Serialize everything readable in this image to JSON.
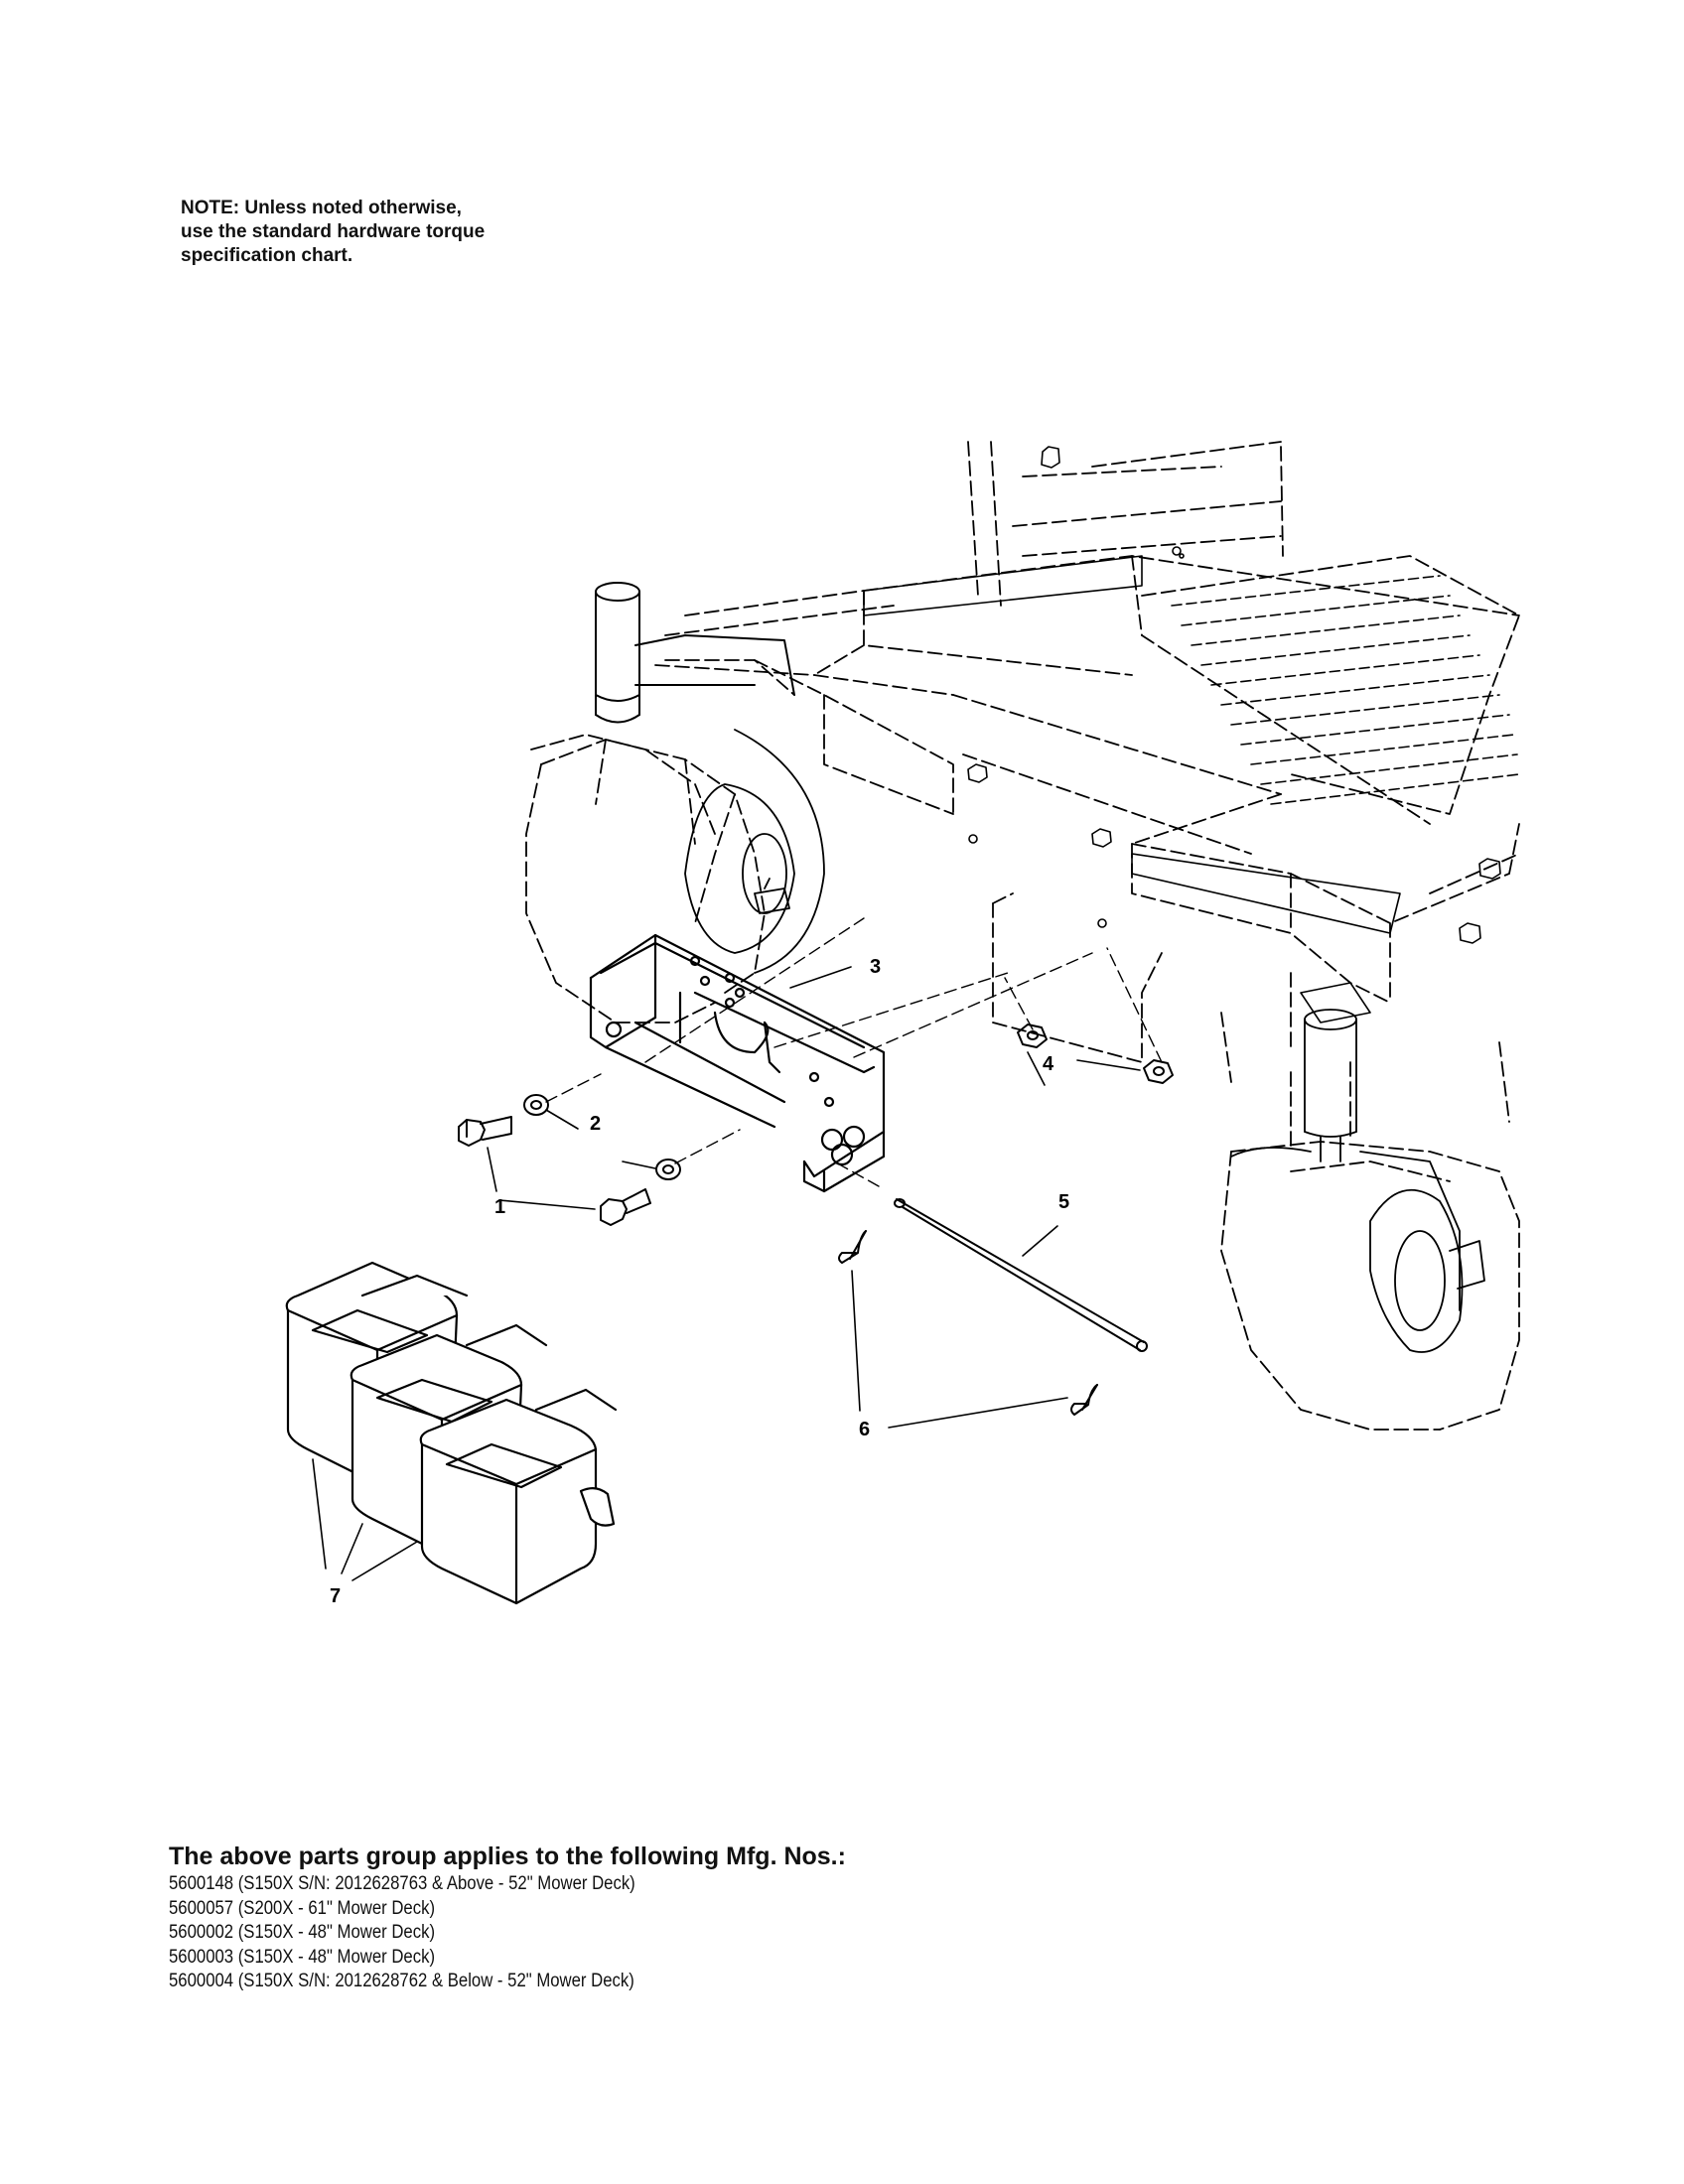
{
  "note": {
    "lines": [
      "NOTE: Unless noted otherwise,",
      "use the standard hardware torque",
      "specification chart."
    ]
  },
  "callouts": [
    "1",
    "2",
    "3",
    "4",
    "5",
    "6",
    "7"
  ],
  "applies": {
    "heading": "The above parts group applies to the following Mfg. Nos.:",
    "items": [
      "5600148 (S150X S/N: 2012628763 & Above - 52\" Mower Deck)",
      "5600057 (S200X - 61\" Mower Deck)",
      "5600002 (S150X  - 48\" Mower Deck)",
      "5600003 (S150X  - 48\" Mower Deck)",
      "5600004 (S150X S/N: 2012628762 & Below - 52\" Mower Deck)"
    ]
  }
}
